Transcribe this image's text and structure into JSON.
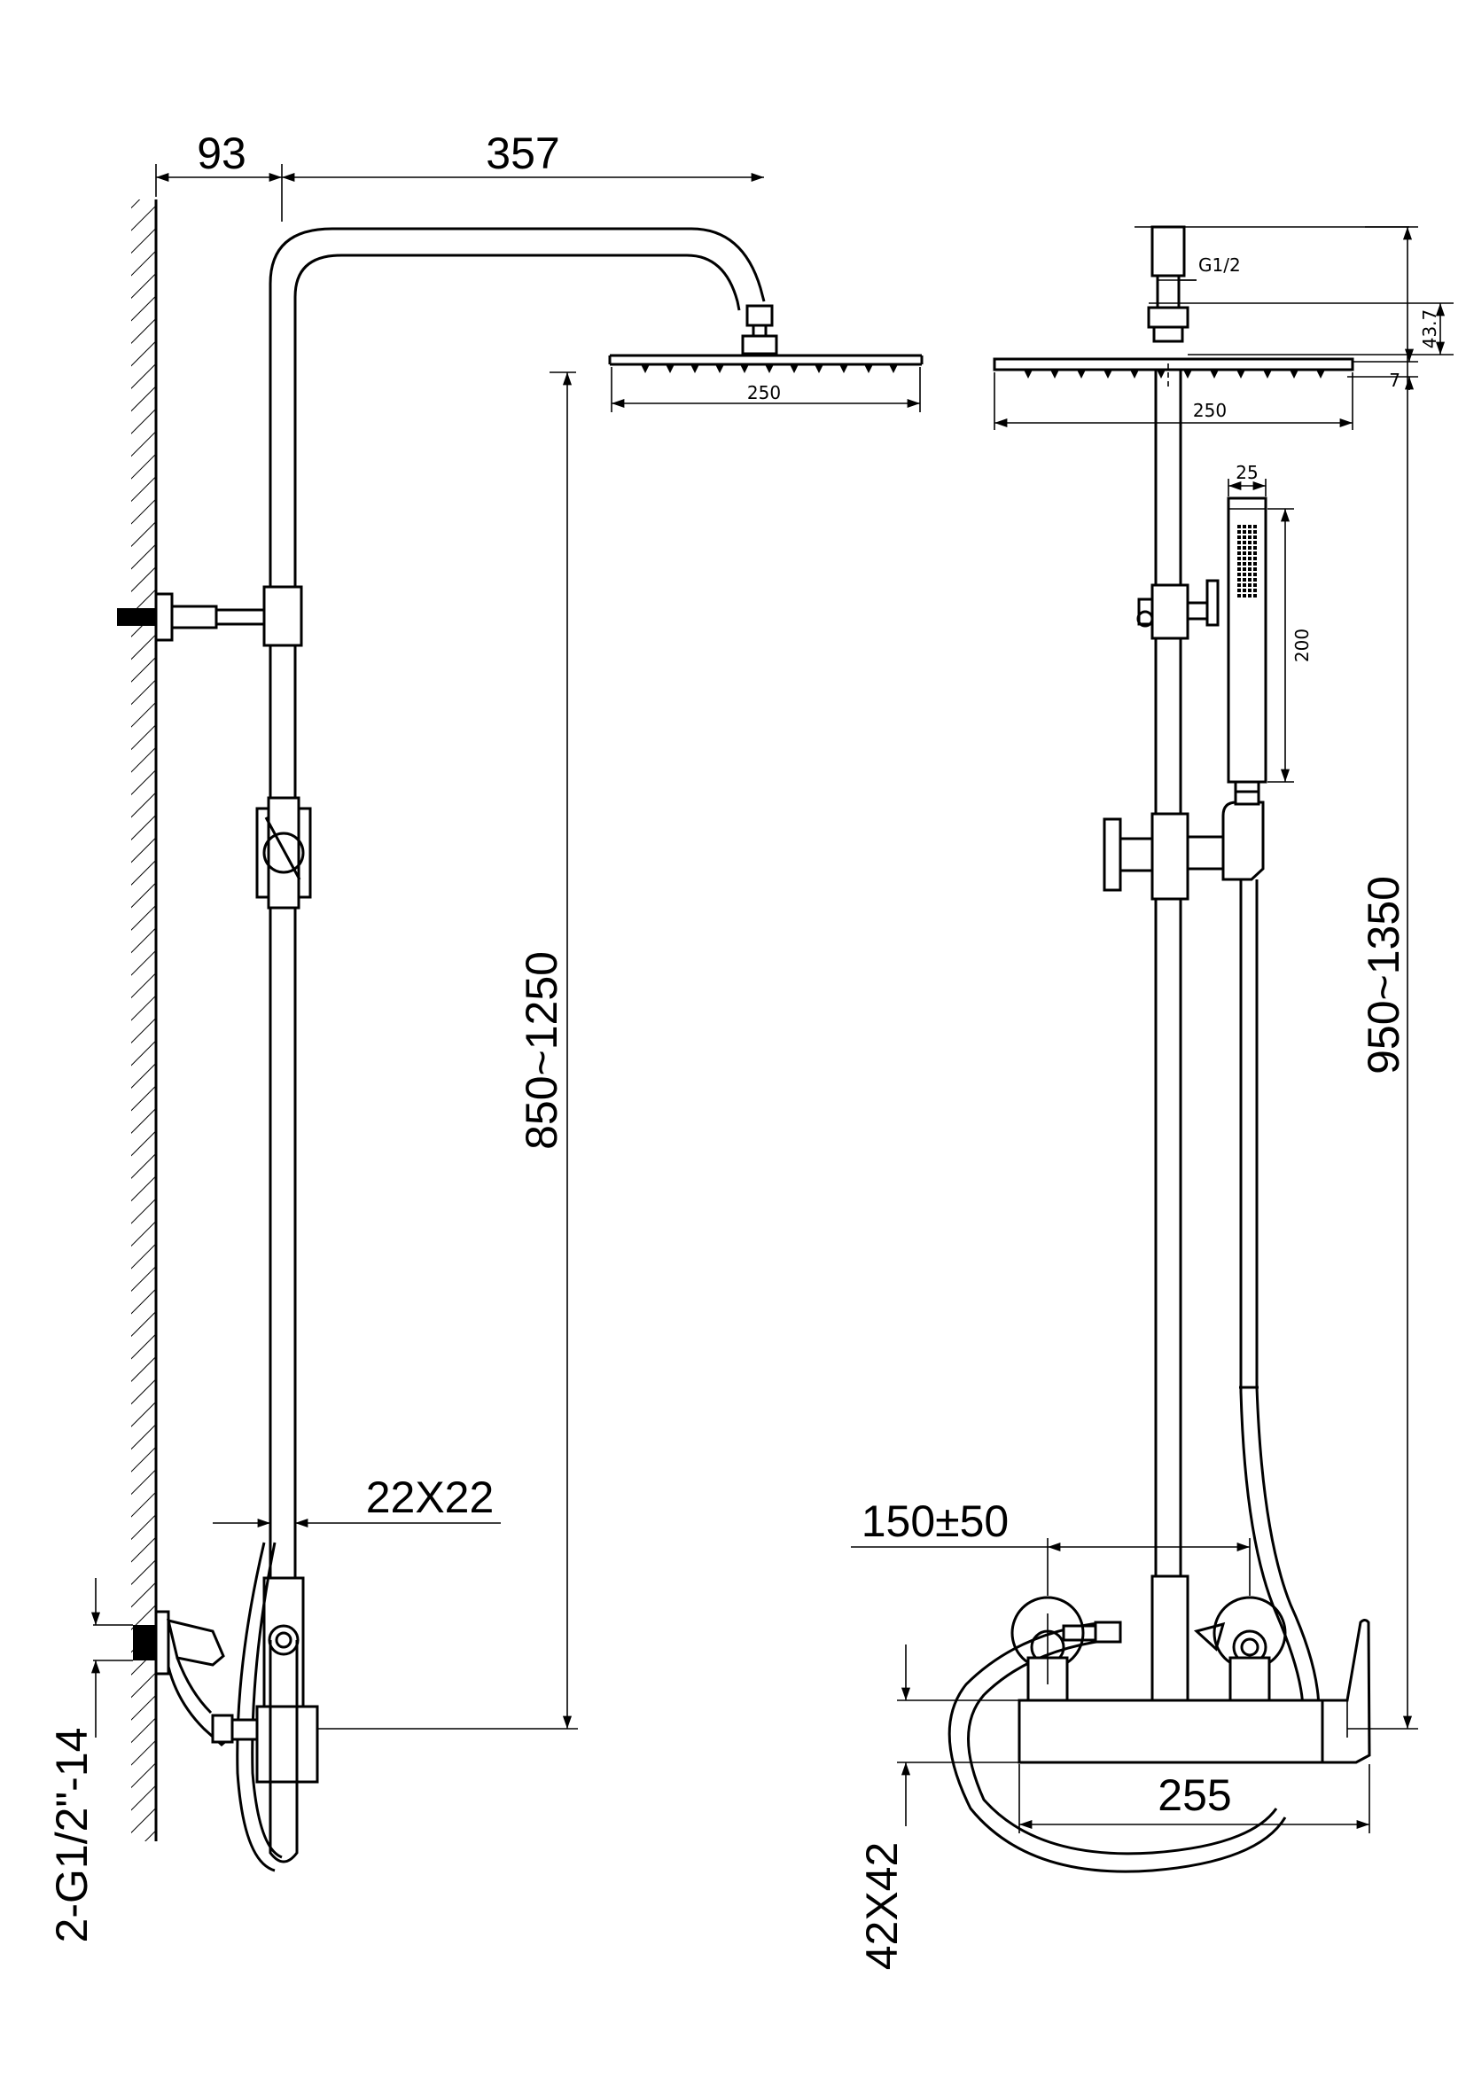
{
  "side_view": {
    "dim_wall_offset": "93",
    "dim_arm_length": "357",
    "dim_head_width": "250",
    "dim_height_range": "850~1250",
    "dim_bar_section": "22X22",
    "dim_inlet_thread": "2-G1/2\"-14"
  },
  "front_view": {
    "dim_connection_thread": "G1/2",
    "dim_head_offset": "43.7",
    "dim_head_thickness": "7",
    "dim_head_width": "250",
    "dim_handshower_width": "25",
    "dim_handshower_length": "200",
    "dim_total_height_range": "950~1350",
    "dim_inlet_spacing": "150±50",
    "dim_mixer_length": "255",
    "dim_mixer_section": "42X42"
  }
}
